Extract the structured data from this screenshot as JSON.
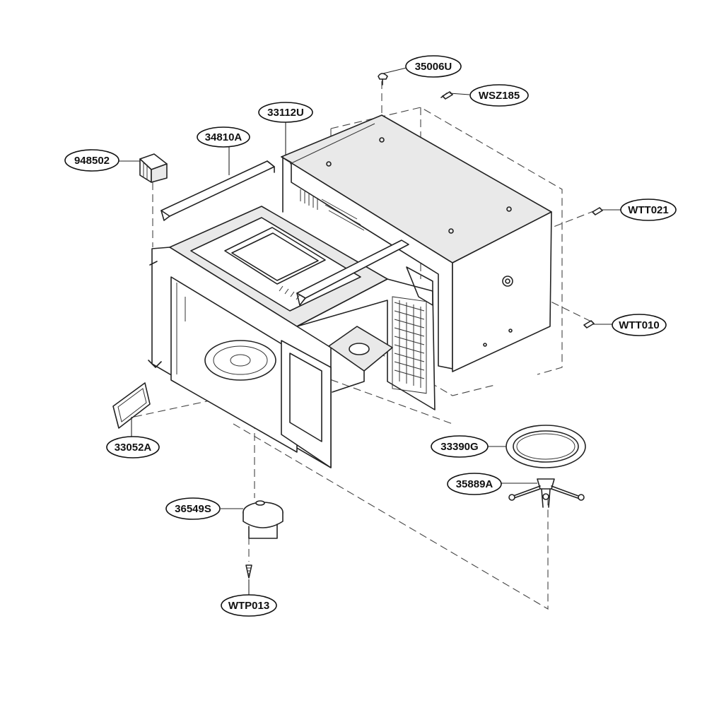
{
  "callouts": [
    {
      "id": "35006U"
    },
    {
      "id": "WSZ185"
    },
    {
      "id": "33112U"
    },
    {
      "id": "34810A"
    },
    {
      "id": "948502"
    },
    {
      "id": "WTT021"
    },
    {
      "id": "WTT010"
    },
    {
      "id": "33052A"
    },
    {
      "id": "33390G"
    },
    {
      "id": "35889A"
    },
    {
      "id": "36549S"
    },
    {
      "id": "WTP013"
    }
  ]
}
